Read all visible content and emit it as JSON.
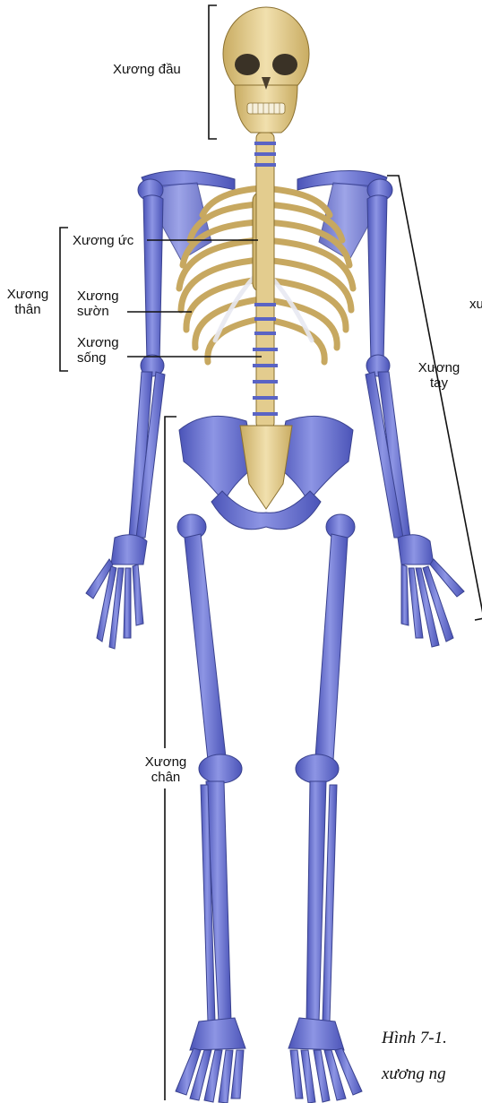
{
  "labels": {
    "head": "Xương đầu",
    "trunk_line1": "Xương",
    "trunk_line2": "thân",
    "sternum": "Xương ức",
    "ribs_line1": "Xương",
    "ribs_line2": "sườn",
    "spine_line1": "Xương",
    "spine_line2": "sống",
    "arm_line1": "Xương",
    "arm_line2": "tay",
    "leg_line1": "Xương",
    "leg_line2": "chân",
    "cut_right": "xư"
  },
  "caption": {
    "line1": "Hình 7-1.",
    "line2": "xương ng"
  },
  "colors": {
    "bone_axial": "#e3cc8e",
    "bone_appendicular": "#6f78d2",
    "bone_outline": "#3a428f",
    "line": "#111111"
  }
}
